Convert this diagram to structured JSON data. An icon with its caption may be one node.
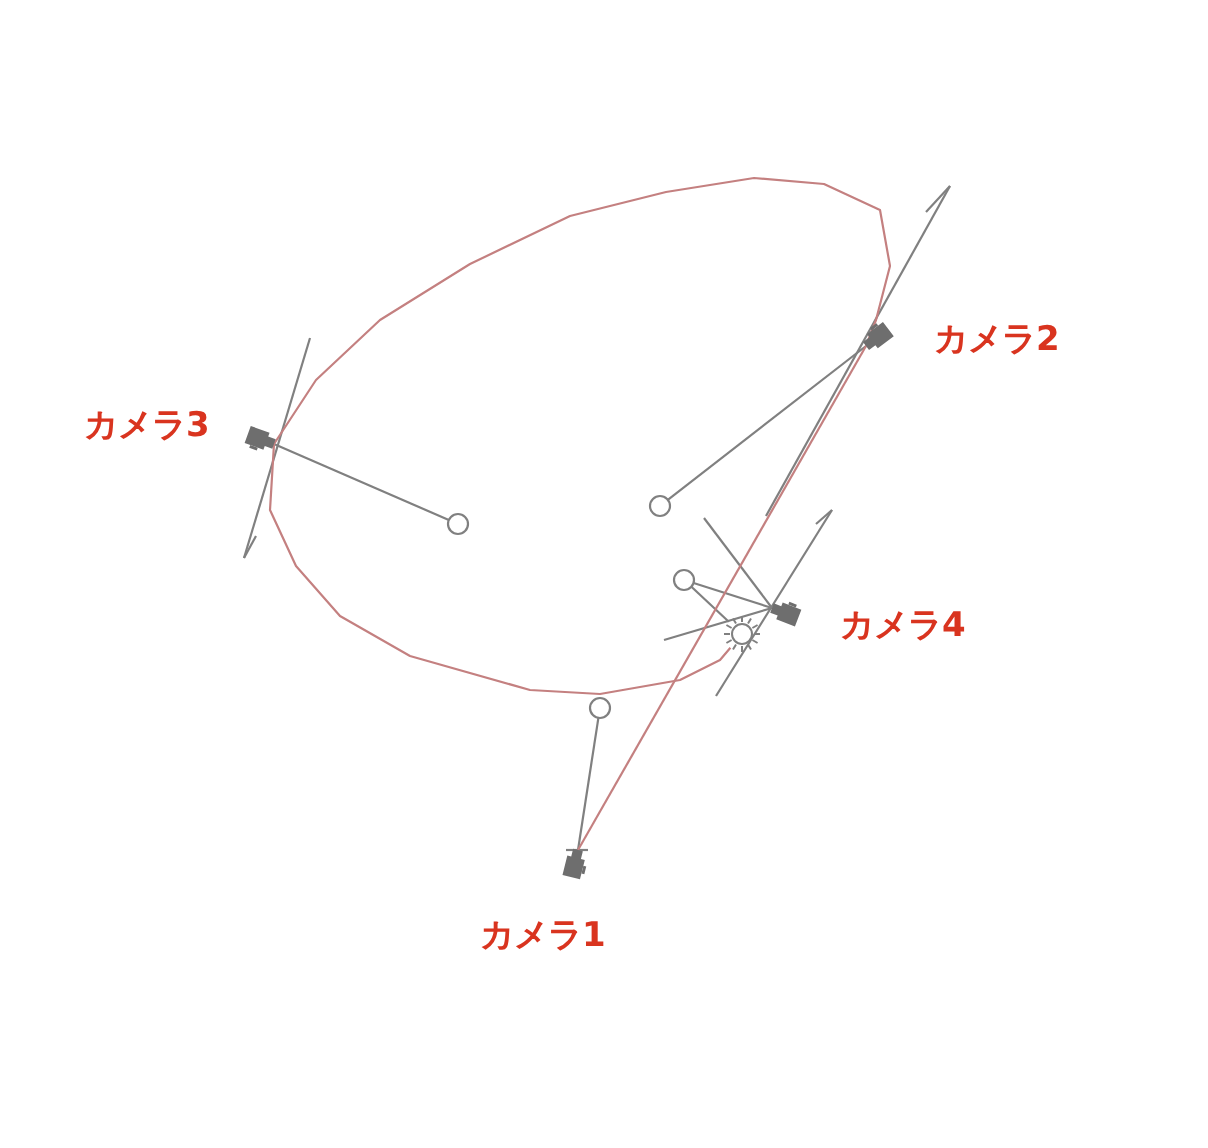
{
  "diagram": {
    "nodes": [
      {
        "text": [],
        "shape": "camera",
        "beside": [
          "カメラ1"
        ]
      },
      {
        "text": [],
        "shape": "camera",
        "beside": [
          "カメラ2"
        ]
      },
      {
        "text": [],
        "shape": "camera",
        "beside": [
          "カメラ3"
        ]
      },
      {
        "text": [],
        "shape": "camera",
        "beside": [
          "カメラ4"
        ]
      },
      {
        "text": [],
        "shape": "circle"
      },
      {
        "text": [],
        "shape": "circle"
      },
      {
        "text": [],
        "shape": "circle"
      },
      {
        "text": [],
        "shape": "circle"
      },
      {
        "text": [],
        "shape": "picture"
      }
    ],
    "edges": [
      {
        "from": 0,
        "to": 4,
        "arrow": "none"
      },
      {
        "from": 1,
        "to": 5,
        "arrow": "none"
      },
      {
        "from": 2,
        "to": 6,
        "arrow": "none"
      },
      {
        "from": 3,
        "to": 7,
        "arrow": "none"
      },
      {
        "from": 7,
        "to": 8,
        "arrow": "none"
      },
      {
        "from": 0,
        "to": 1,
        "arrow": "none",
        "color": "#c48080"
      },
      {
        "from": 1,
        "to": 2,
        "arrow": "none",
        "color": "#c48080"
      },
      {
        "from": 2,
        "to": 8,
        "arrow": "none",
        "color": "#c48080"
      }
    ]
  }
}
